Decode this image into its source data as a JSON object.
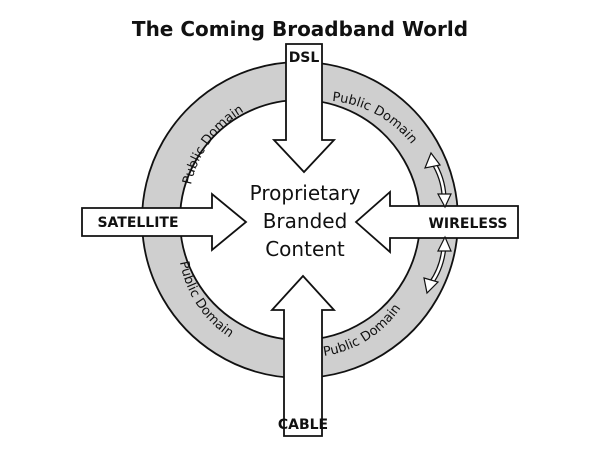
{
  "diagram": {
    "title": "The Coming Broadband World",
    "center_lines": [
      "Proprietary",
      "Branded",
      "Content"
    ],
    "ring_labels": {
      "top_left": "Public Domain",
      "top_right": "Public Domain",
      "bottom_left": "Public Domain",
      "bottom_right": "Public Domain"
    },
    "arrows": {
      "top": "DSL",
      "left": "SATELLITE",
      "right": "WIRELESS",
      "bottom": "CABLE"
    },
    "colors": {
      "ring_fill": "#cfcfcf",
      "stroke": "#111111",
      "arrow_fill": "#ffffff",
      "background": "#ffffff"
    }
  }
}
